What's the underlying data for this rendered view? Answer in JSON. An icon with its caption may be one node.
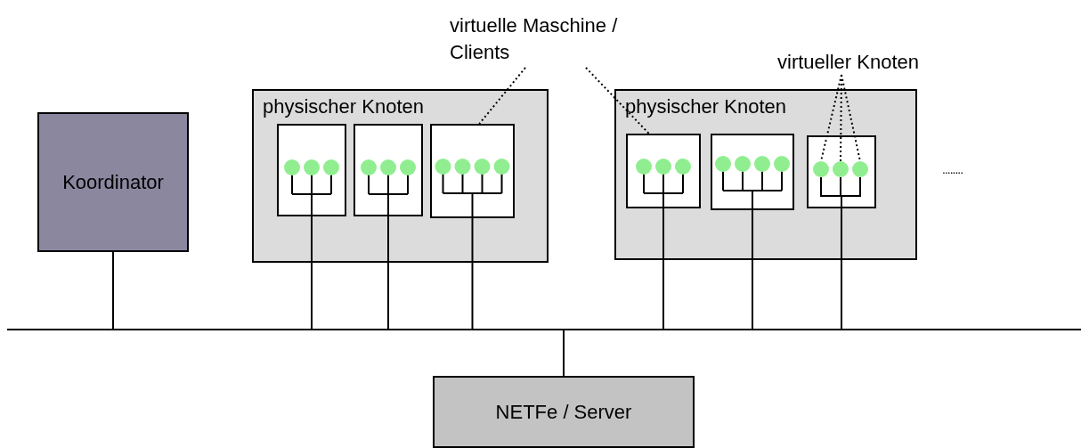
{
  "diagram": {
    "nodes": [
      {
        "text": [
          "Koordinator"
        ]
      },
      {
        "text": [
          "physischer Knoten"
        ]
      },
      {
        "text": [],
        "shape": "box",
        "in": 1
      },
      {
        "text": [],
        "shape": "box",
        "in": 1
      },
      {
        "text": [],
        "shape": "box",
        "in": 1
      },
      {
        "text": [
          "physischer Knoten"
        ]
      },
      {
        "text": [],
        "shape": "box",
        "in": 5
      },
      {
        "text": [],
        "shape": "box",
        "in": 5
      },
      {
        "text": [],
        "shape": "box",
        "in": 5
      },
      {
        "text": [],
        "shape": "circle",
        "in": 8
      },
      {
        "text": [],
        "shape": "circle",
        "in": 8
      },
      {
        "text": [],
        "shape": "circle",
        "in": 8
      },
      {
        "text": [
          "virtuelle Maschine / Clients"
        ]
      },
      {
        "text": [
          "virtueller Knoten"
        ]
      },
      {
        "text": [],
        "shape": "bar"
      },
      {
        "text": [
          "NETFe / Server"
        ]
      }
    ],
    "edges": [
      {
        "from": 0,
        "to": 14,
        "arrow": "none"
      },
      {
        "from": 2,
        "to": 14,
        "arrow": "none"
      },
      {
        "from": 3,
        "to": 14,
        "arrow": "none"
      },
      {
        "from": 4,
        "to": 14,
        "arrow": "none"
      },
      {
        "from": 6,
        "to": 14,
        "arrow": "none"
      },
      {
        "from": 7,
        "to": 14,
        "arrow": "none"
      },
      {
        "from": 9,
        "to": 14,
        "arrow": "none"
      },
      {
        "from": 10,
        "to": 14,
        "arrow": "none"
      },
      {
        "from": 11,
        "to": 14,
        "arrow": "none"
      },
      {
        "from": 14,
        "to": 15,
        "arrow": "none"
      },
      {
        "from": 12,
        "to": 4,
        "arrow": "none",
        "style": "dashed"
      },
      {
        "from": 12,
        "to": 6,
        "arrow": "none",
        "style": "dashed"
      },
      {
        "from": 13,
        "to": 9,
        "arrow": "none",
        "style": "dashed"
      },
      {
        "from": 13,
        "to": 10,
        "arrow": "none",
        "style": "dashed"
      },
      {
        "from": 13,
        "to": 11,
        "arrow": "none",
        "style": "dashed"
      }
    ],
    "labels": [
      "........"
    ]
  }
}
